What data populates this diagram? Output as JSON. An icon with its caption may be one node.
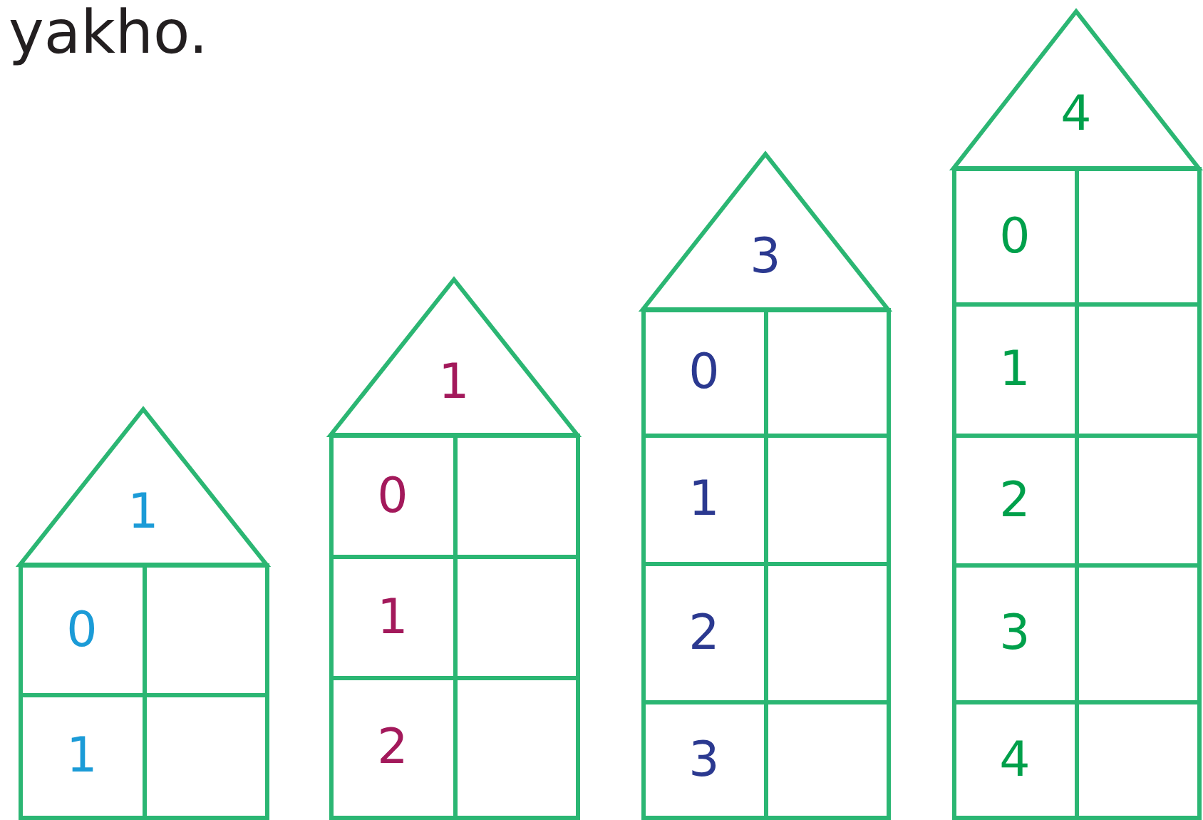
{
  "diagram": {
    "labels": [
      "yakho."
    ],
    "nodes": [
      {
        "text": [
          "1"
        ]
      },
      {
        "text": [
          "0"
        ]
      },
      {
        "text": [],
        "shape": "box"
      },
      {
        "text": [
          "1"
        ]
      },
      {
        "text": [],
        "shape": "box"
      },
      {
        "text": [
          "1"
        ]
      },
      {
        "text": [
          "0"
        ]
      },
      {
        "text": [],
        "shape": "box"
      },
      {
        "text": [
          "1"
        ]
      },
      {
        "text": [],
        "shape": "box"
      },
      {
        "text": [
          "2"
        ]
      },
      {
        "text": [],
        "shape": "box"
      },
      {
        "text": [
          "3"
        ]
      },
      {
        "text": [
          "0"
        ]
      },
      {
        "text": [],
        "shape": "box"
      },
      {
        "text": [
          "1"
        ]
      },
      {
        "text": [],
        "shape": "box"
      },
      {
        "text": [
          "2"
        ]
      },
      {
        "text": [],
        "shape": "box"
      },
      {
        "text": [
          "3"
        ]
      },
      {
        "text": [],
        "shape": "box"
      },
      {
        "text": [
          "4"
        ]
      },
      {
        "text": [
          "0"
        ]
      },
      {
        "text": [],
        "shape": "box"
      },
      {
        "text": [
          "1"
        ]
      },
      {
        "text": [],
        "shape": "box"
      },
      {
        "text": [
          "2"
        ]
      },
      {
        "text": [],
        "shape": "box"
      },
      {
        "text": [
          "3"
        ]
      },
      {
        "text": [],
        "shape": "box"
      },
      {
        "text": [
          "4"
        ]
      },
      {
        "text": [],
        "shape": "box"
      }
    ]
  }
}
